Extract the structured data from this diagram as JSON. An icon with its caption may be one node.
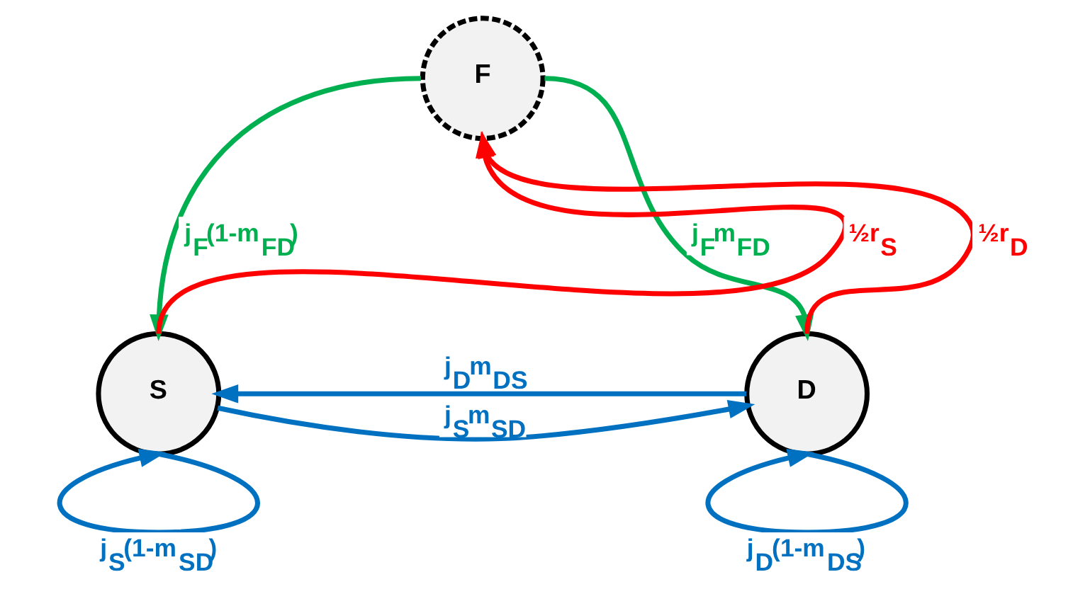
{
  "diagram": {
    "nodes": [
      {
        "text": [
          "F"
        ]
      },
      {
        "text": [
          "S"
        ]
      },
      {
        "text": [
          "D"
        ]
      }
    ],
    "edges": [
      {
        "from": 0,
        "to": 1,
        "arrow": "to",
        "label": "j$_{F}$(1-m$_{FD}$)",
        "color": "#00b050"
      },
      {
        "from": 0,
        "to": 2,
        "arrow": "to",
        "label": "j$_{F}$m$_{FD}$",
        "color": "#00b050"
      },
      {
        "from": 1,
        "to": 0,
        "arrow": "to",
        "label": "½r$_{S}$",
        "color": "#ff0000"
      },
      {
        "from": 2,
        "to": 0,
        "arrow": "to",
        "label": "½r$_{D}$",
        "color": "#ff0000"
      },
      {
        "from": 1,
        "to": 2,
        "arrow": "to",
        "label": "j$_{S}$m$_{SD}$",
        "color": "#0070c0"
      },
      {
        "from": 2,
        "to": 1,
        "arrow": "to",
        "label": "j$_{D}$m$_{DS}$",
        "color": "#0070c0"
      },
      {
        "from": 1,
        "to": 1,
        "arrow": "to",
        "label": "j$_{S}$(1-m$_{SD}$)",
        "color": "#0070c0"
      },
      {
        "from": 2,
        "to": 2,
        "arrow": "to",
        "label": "j$_{D}$(1-m$_{DS}$)",
        "color": "#0070c0"
      }
    ]
  }
}
